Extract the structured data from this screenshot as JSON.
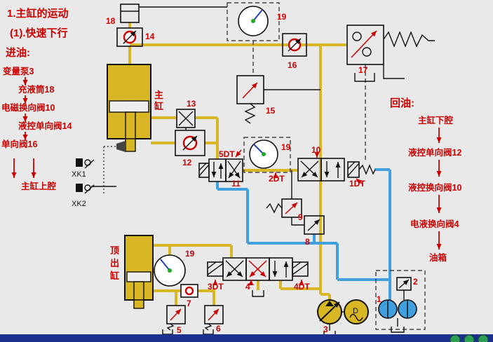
{
  "slide": {
    "title_line1": "1.主缸的运动",
    "title_line2": "(1).快速下行"
  },
  "inlet_flow": {
    "header": "进油:",
    "steps": [
      "变量泵3",
      "充液筒18",
      "电磁换向阀10",
      "液控单向阀14",
      "单向阀16",
      "主缸上腔"
    ]
  },
  "return_flow": {
    "header": "回油:",
    "steps": [
      "主缸下腔",
      "液控单向阀12",
      "液控换向阀10",
      "电液换向阀4",
      "油箱"
    ]
  },
  "labels": {
    "charging_cylinder": "18",
    "pilot_check_valve_14": "14",
    "gauge_top": "19",
    "check_valve_16": "16",
    "pressure_relay_17": "17",
    "relief_valve_15": "15",
    "valve_13": "13",
    "pilot_check_valve_12": "12",
    "gauge_mid": "19",
    "valve_10": "10",
    "valve_11": "11",
    "sol_5dt": "5DT",
    "sol_2dt": "2DT",
    "sol_1dt": "1DT",
    "valve_9": "9",
    "valve_8": "8",
    "gauge_bottom": "19",
    "sol_3dt": "3DT",
    "valve_4": "4",
    "sol_4dt": "4DT",
    "valve_7": "7",
    "valve_5": "5",
    "valve_6": "6",
    "pump_3": "3",
    "filter_1": "1",
    "valve_2": "2",
    "motor": "D",
    "main_cylinder_char1": "主",
    "main_cylinder_char2": "缸",
    "ejector_char1": "顶",
    "ejector_char2": "出",
    "ejector_char3": "缸",
    "xk1": "XK1",
    "xk2": "XK2"
  },
  "colors": {
    "background": "#e9e9e9",
    "pressure_line": "#d9b724",
    "return_line": "#3f9fdf",
    "label_red": "#cc0000",
    "taskbar": "#1c318f",
    "nav_green": "#2f9e55"
  }
}
